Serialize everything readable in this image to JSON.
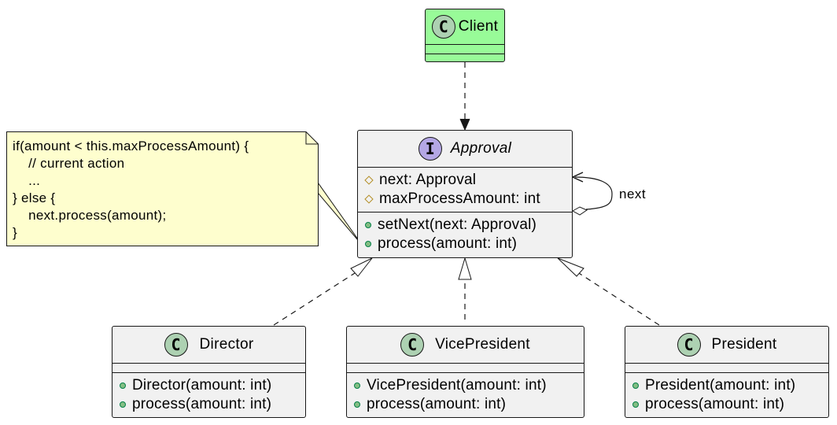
{
  "client": {
    "badge": "C",
    "name": "Client"
  },
  "approval": {
    "badge": "I",
    "name": "Approval",
    "fields": [
      "next: Approval",
      "maxProcessAmount: int"
    ],
    "methods": [
      "setNext(next: Approval)",
      "process(amount: int)"
    ]
  },
  "note": {
    "text": "if(amount < this.maxProcessAmount) {\n    // current action\n    ...\n} else {\n    next.process(amount);\n}"
  },
  "self_edge_label": "next",
  "director": {
    "badge": "C",
    "name": "Director",
    "methods": [
      "Director(amount: int)",
      "process(amount: int)"
    ]
  },
  "vicepresident": {
    "badge": "C",
    "name": "VicePresident",
    "methods": [
      "VicePresident(amount: int)",
      "process(amount: int)"
    ]
  },
  "president": {
    "badge": "C",
    "name": "President",
    "methods": [
      "President(amount: int)",
      "process(amount: int)"
    ]
  },
  "colors": {
    "client_fill": "#98fb98",
    "class_fill": "#f1f1f1",
    "note_fill": "#fefece",
    "class_badge": "#add1b2",
    "interface_badge": "#b4a7e5"
  }
}
